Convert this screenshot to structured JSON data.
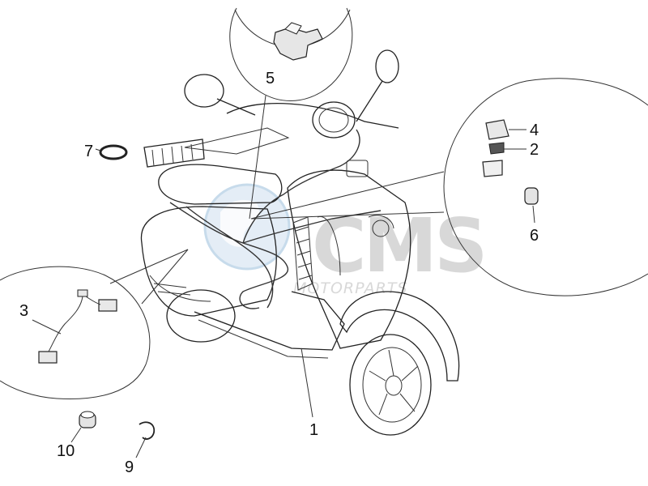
{
  "diagram": {
    "callouts": [
      {
        "id": "1",
        "text": "1"
      },
      {
        "id": "2",
        "text": "2"
      },
      {
        "id": "3",
        "text": "3"
      },
      {
        "id": "4",
        "text": "4"
      },
      {
        "id": "5",
        "text": "5"
      },
      {
        "id": "6",
        "text": "6"
      },
      {
        "id": "7",
        "text": "7"
      },
      {
        "id": "9",
        "text": "9"
      },
      {
        "id": "10",
        "text": "10"
      }
    ]
  },
  "watermark": {
    "logo_text": "CMS",
    "sub_text": "MOTORPARTS",
    "color": "#9bbfdc"
  },
  "colors": {
    "line": "#222222",
    "part_fill": "#f4f4f4",
    "watermark_grey": "#bdbdbd"
  }
}
